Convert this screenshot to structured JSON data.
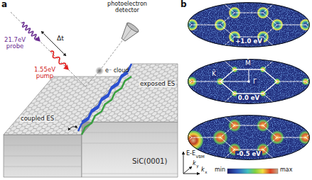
{
  "diagram": {
    "nodes": [
      {
        "text": [
          "+1.0 eV"
        ]
      },
      {
        "text": [
          "0.0 eV"
        ]
      },
      {
        "text": [
          "-0.5 eV"
        ]
      }
    ],
    "labels": [
      "a",
      "21.7eV probe",
      "1.55eV pump",
      "Δt",
      "photoelectron detector",
      "e⁻ cloud",
      "exposed ES",
      "coupled ES",
      "SiC(0001)",
      "b",
      "M̄",
      "K̄",
      "Γ̄",
      "E-E",
      "VBM",
      "k",
      "y",
      "k",
      "x",
      "min",
      "max"
    ]
  }
}
